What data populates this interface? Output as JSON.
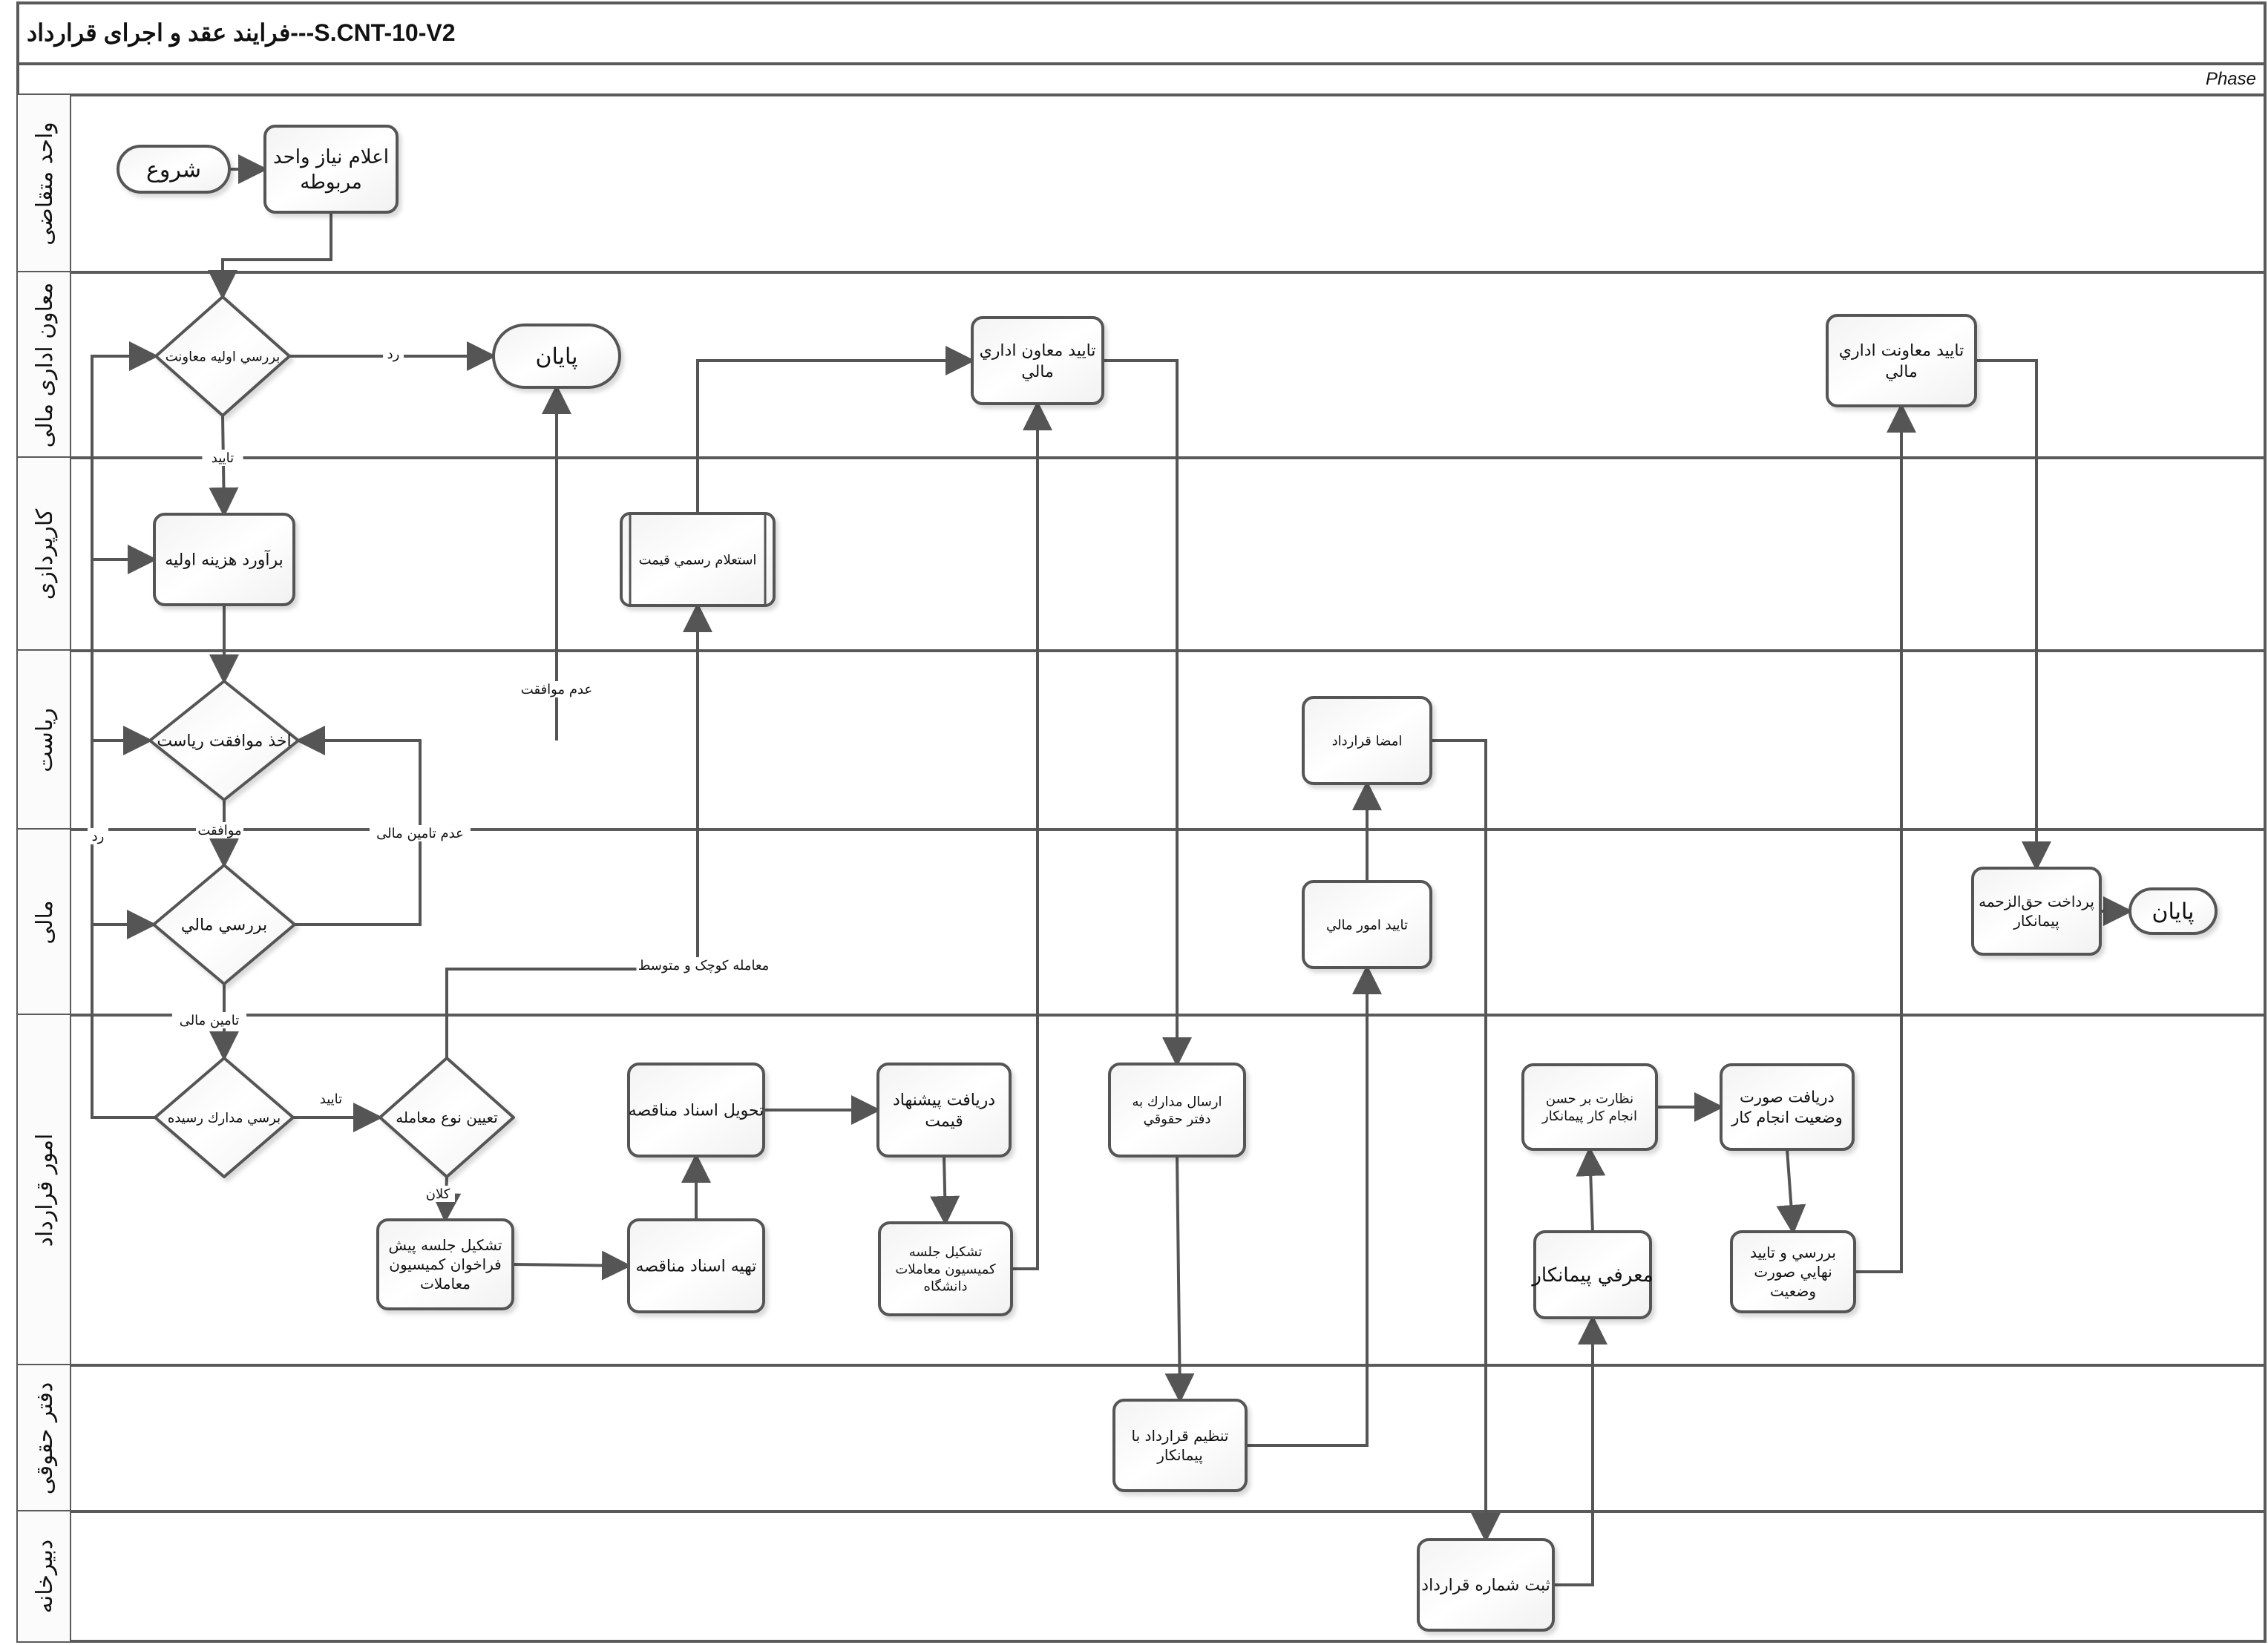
{
  "title": "فرایند عقد و اجرای قرارداد---S.CNT-10-V2",
  "phase_label": "Phase",
  "lanes": [
    {
      "id": "l1",
      "label": "واحد متقاضی"
    },
    {
      "id": "l2",
      "label": "معاون اداری مالی"
    },
    {
      "id": "l3",
      "label": "کارپردازی"
    },
    {
      "id": "l4",
      "label": "ریاست"
    },
    {
      "id": "l5",
      "label": "مالی"
    },
    {
      "id": "l6",
      "label": "امور قرارداد"
    },
    {
      "id": "l7",
      "label": "دفتر حقوقی"
    },
    {
      "id": "l8",
      "label": "دبیرخانه"
    }
  ],
  "nodes": [
    {
      "id": "start",
      "type": "terminal",
      "lines": [
        "شروع"
      ]
    },
    {
      "id": "need",
      "type": "process",
      "lines": [
        "اعلام نیاز واحد",
        "مربوطه"
      ]
    },
    {
      "id": "initialReview",
      "type": "decision",
      "lines": [
        "بررسي اوليه معاونت"
      ]
    },
    {
      "id": "end1",
      "type": "terminal",
      "lines": [
        "پایان"
      ]
    },
    {
      "id": "deputyApprove1",
      "type": "process",
      "lines": [
        "تایید معاون اداري",
        "مالي"
      ]
    },
    {
      "id": "deputyApprove2",
      "type": "process",
      "lines": [
        "تایید معاونت اداري",
        "مالي"
      ]
    },
    {
      "id": "costEstimate",
      "type": "process",
      "lines": [
        "برآورد هزینه اولیه"
      ]
    },
    {
      "id": "priceInquiry",
      "type": "subprocess",
      "lines": [
        "استعلام رسمي قيمت"
      ]
    },
    {
      "id": "presidentApproval",
      "type": "decision",
      "lines": [
        "اخذ موافقت ریاست"
      ]
    },
    {
      "id": "signContract",
      "type": "process",
      "lines": [
        "امضا قرارداد"
      ]
    },
    {
      "id": "financialReview",
      "type": "decision",
      "lines": [
        "بررسي مالي"
      ]
    },
    {
      "id": "financeApprove",
      "type": "process",
      "lines": [
        "تایید امور مالي"
      ]
    },
    {
      "id": "payContractor",
      "type": "process",
      "lines": [
        "پرداخت حق‌الزحمه",
        "پیمانکار"
      ]
    },
    {
      "id": "end2",
      "type": "terminal",
      "lines": [
        "پایان"
      ]
    },
    {
      "id": "docsReview",
      "type": "decision",
      "lines": [
        "برسي مدارك رسيده"
      ]
    },
    {
      "id": "dealType",
      "type": "decision",
      "lines": [
        "تعيين نوع معامله"
      ]
    },
    {
      "id": "deliverTender",
      "type": "process",
      "lines": [
        "تحويل اسناد مناقصه"
      ]
    },
    {
      "id": "receiveOffer",
      "type": "process",
      "lines": [
        "دریافت پیشنهاد",
        "قيمت"
      ]
    },
    {
      "id": "sendDocs",
      "type": "process",
      "lines": [
        "ارسال مدارك به",
        "دفتر حقوقي"
      ]
    },
    {
      "id": "supervise",
      "type": "process",
      "lines": [
        "نظارت بر حسن",
        "انجام کار پیمانکار"
      ]
    },
    {
      "id": "receiveStatement",
      "type": "process",
      "lines": [
        "دریافت صورت",
        "وضعیت انجام کار"
      ]
    },
    {
      "id": "preMeeting",
      "type": "process",
      "lines": [
        "تشکیل جلسه پیش",
        "فراخوان کمیسیون",
        "معاملات"
      ]
    },
    {
      "id": "prepareTender",
      "type": "process",
      "lines": [
        "تهیه اسناد مناقصه"
      ]
    },
    {
      "id": "commissionMeeting",
      "type": "process",
      "lines": [
        "تشکیل جلسه",
        "کمیسیون معاملات",
        "دانشگاه"
      ]
    },
    {
      "id": "introduceContractor",
      "type": "process",
      "lines": [
        "معرفي پيمانكار"
      ]
    },
    {
      "id": "finalReview",
      "type": "process",
      "lines": [
        "بررسي و تاييد",
        "نهايي صورت",
        "وضعيت"
      ]
    },
    {
      "id": "draftContract",
      "type": "process",
      "lines": [
        "تنظیم قرارداد با",
        "پیمانکار"
      ]
    },
    {
      "id": "registerNumber",
      "type": "process",
      "lines": [
        "ثبت شماره قرارداد"
      ]
    }
  ],
  "connectors": [
    {
      "from": "start",
      "to": "need",
      "label": ""
    },
    {
      "from": "need",
      "to": "initialReview",
      "label": ""
    },
    {
      "from": "initialReview",
      "to": "end1",
      "label": "رد"
    },
    {
      "from": "initialReview",
      "to": "costEstimate",
      "label": "تایید"
    },
    {
      "from": "costEstimate",
      "to": "presidentApproval",
      "label": ""
    },
    {
      "from": "presidentApproval",
      "to": "end1",
      "label": "عدم موافقت"
    },
    {
      "from": "presidentApproval",
      "to": "financialReview",
      "label": "موافقت"
    },
    {
      "from": "financialReview",
      "to": "presidentApproval",
      "label": "عدم تامین مالی"
    },
    {
      "from": "financialReview",
      "to": "docsReview",
      "label": "تامین مالی"
    },
    {
      "from": "docsReview",
      "to": "initialReview",
      "label": "رد"
    },
    {
      "from": "docsReview",
      "to": "dealType",
      "label": "تایید"
    },
    {
      "from": "dealType",
      "to": "priceInquiry",
      "label": "معامله کوچک و متوسط"
    },
    {
      "from": "dealType",
      "to": "preMeeting",
      "label": "کلان"
    },
    {
      "from": "priceInquiry",
      "to": "deputyApprove1",
      "label": ""
    },
    {
      "from": "preMeeting",
      "to": "prepareTender",
      "label": ""
    },
    {
      "from": "prepareTender",
      "to": "deliverTender",
      "label": ""
    },
    {
      "from": "deliverTender",
      "to": "receiveOffer",
      "label": ""
    },
    {
      "from": "receiveOffer",
      "to": "commissionMeeting",
      "label": ""
    },
    {
      "from": "commissionMeeting",
      "to": "deputyApprove1",
      "label": ""
    },
    {
      "from": "deputyApprove1",
      "to": "sendDocs",
      "label": ""
    },
    {
      "from": "sendDocs",
      "to": "draftContract",
      "label": ""
    },
    {
      "from": "draftContract",
      "to": "financeApprove",
      "label": ""
    },
    {
      "from": "financeApprove",
      "to": "signContract",
      "label": ""
    },
    {
      "from": "signContract",
      "to": "registerNumber",
      "label": ""
    },
    {
      "from": "registerNumber",
      "to": "introduceContractor",
      "label": ""
    },
    {
      "from": "introduceContractor",
      "to": "supervise",
      "label": ""
    },
    {
      "from": "supervise",
      "to": "receiveStatement",
      "label": ""
    },
    {
      "from": "receiveStatement",
      "to": "finalReview",
      "label": ""
    },
    {
      "from": "finalReview",
      "to": "deputyApprove2",
      "label": ""
    },
    {
      "from": "deputyApprove2",
      "to": "payContractor",
      "label": ""
    },
    {
      "from": "payContractor",
      "to": "end2",
      "label": ""
    }
  ]
}
